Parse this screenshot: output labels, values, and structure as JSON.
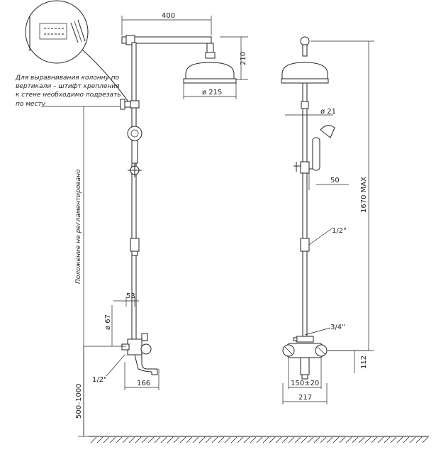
{
  "labels": {
    "dim_400": "400",
    "dim_210": "210",
    "dim_215": "ø 215",
    "dim_21": "ø 21",
    "dim_50": "50",
    "dim_1670": "1670 MAX",
    "dim_half_right": "1/2\"",
    "dim_three_quarter": "3/4\"",
    "dim_53": "53",
    "dim_67": "ø 67",
    "dim_half_left": "1/2\"",
    "dim_166": "166",
    "dim_112": "112",
    "dim_150": "150±20",
    "dim_217": "217",
    "dim_500_1000": "500–1000",
    "side_note": "Положение не регламентировано",
    "note_line1": "Для выравнивания колонну по",
    "note_line2": "вертикали – штифт крепления",
    "note_line3": "к стене необходимо подрезать",
    "note_line4": "по месту"
  },
  "colors": {
    "ink": "#222222",
    "paper": "#ffffff",
    "hatch": "#555555"
  }
}
